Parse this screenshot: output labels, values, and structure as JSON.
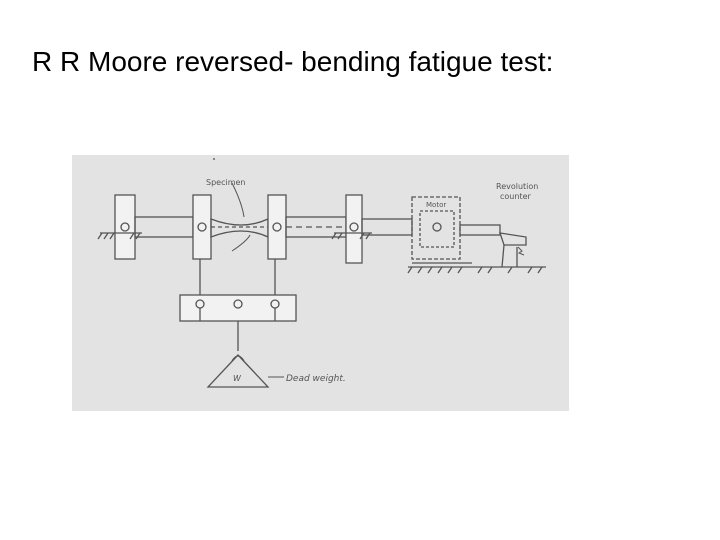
{
  "slide": {
    "title": "R R Moore reversed- bending fatigue test:"
  },
  "diagram": {
    "labels": {
      "specimen": "Specimen",
      "motor": "Motor",
      "counter_line1": "Revolution",
      "counter_line2": "counter",
      "weight_symbol": "W",
      "dead_weight": "Dead weight."
    },
    "colors": {
      "background": "#e3e3e3",
      "ink": "#555555"
    }
  }
}
